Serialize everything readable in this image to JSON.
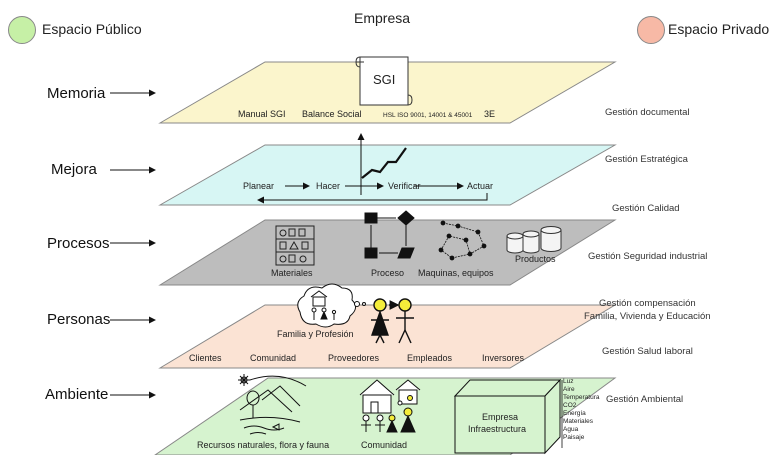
{
  "title": "Empresa",
  "legend": {
    "public": {
      "label": "Espacio Público",
      "color": "#c6f0a6"
    },
    "private": {
      "label": "Espacio Privado",
      "color": "#f7b9a6"
    }
  },
  "layers": [
    {
      "label": "Memoria",
      "color": "#fbf5cc"
    },
    {
      "label": "Mejora",
      "color": "#d7f6f4"
    },
    {
      "label": "Procesos",
      "color": "#bdbdbd"
    },
    {
      "label": "Personas",
      "color": "#fbe3d4"
    },
    {
      "label": "Ambiente",
      "color": "#d6f3cf"
    }
  ],
  "memoria": {
    "sgi": "SGI",
    "items": [
      "Manual SGI",
      "Balance Social",
      "HSL ISO 9001, 14001 & 45001",
      "3E"
    ]
  },
  "mejora": {
    "steps": [
      "Planear",
      "Hacer",
      "Verificar",
      "Actuar"
    ]
  },
  "procesos": {
    "items": [
      "Materiales",
      "Proceso",
      "Maquinas, equipos",
      "Productos"
    ]
  },
  "personas": {
    "familia": "Familia y Profesión",
    "stakeholders": [
      "Clientes",
      "Comunidad",
      "Proveedores",
      "Empleados",
      "Inversores"
    ]
  },
  "ambiente": {
    "recursos": "Recursos naturales, flora y fauna",
    "comunidad": "Comunidad",
    "empresa_line1": "Empresa",
    "empresa_line2": "Infraestructura",
    "inputs": [
      "Luz",
      "Aire",
      "Temperatura",
      "CO2",
      "Energía",
      "Materiales",
      "Agua",
      "Paisaje"
    ]
  },
  "management": [
    "Gestión documental",
    "Gestión Estratégica",
    "Gestión Calidad",
    "Gestión Seguridad industrial",
    "Gestión compensación",
    "Familia, Vivienda y Educación",
    "Gestión Salud laboral",
    "Gestión Ambiental"
  ]
}
